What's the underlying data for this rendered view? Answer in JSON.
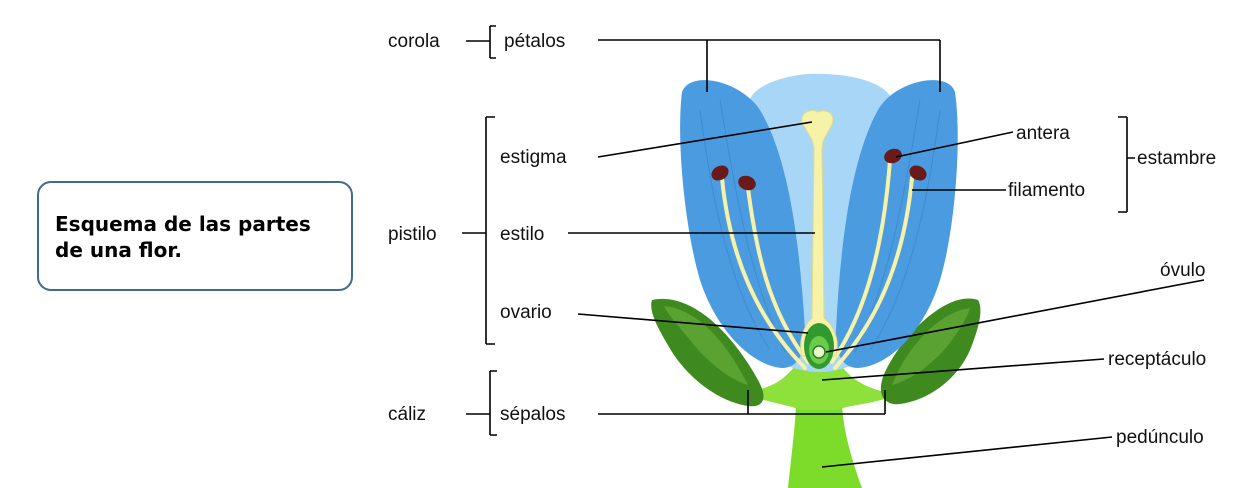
{
  "caption": "Esquema de las partes de una flor.",
  "labels": {
    "corola": "corola",
    "petalos": "pétalos",
    "pistilo": "pistilo",
    "estigma": "estigma",
    "estilo": "estilo",
    "ovario": "ovario",
    "caliz": "cáliz",
    "sepalos": "sépalos",
    "antera": "antera",
    "estambre": "estambre",
    "filamento": "filamento",
    "ovulo": "óvulo",
    "receptaculo": "receptáculo",
    "peduncuIo": "pedúnculo"
  },
  "colors": {
    "petal_dark": "#4a9be0",
    "petal_light": "#a8d6f7",
    "stem": "#7ddc2a",
    "sepal": "#3f8a1e",
    "pistil": "#f6f2a8",
    "ovary": "#2f9a2f",
    "anther": "#6b1a1a",
    "caption_border": "#3f6b8c"
  }
}
